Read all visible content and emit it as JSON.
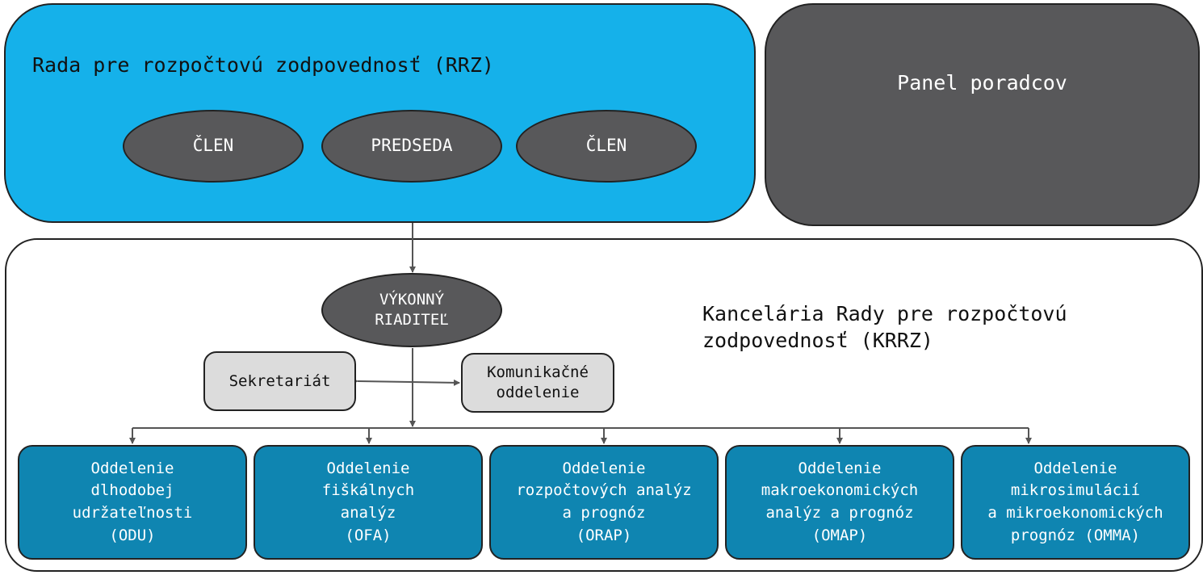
{
  "rrz": {
    "title": "Rada pre rozpočtovú zodpovednosť (RRZ)",
    "members": [
      "ČLEN",
      "PREDSEDA",
      "ČLEN"
    ]
  },
  "panel": {
    "label": "Panel poradcov"
  },
  "krrz": {
    "title_line1": "Kancelária Rady pre rozpočtovú",
    "title_line2": "zodpovednosť (KRRZ)",
    "director_line1": "VÝKONNÝ",
    "director_line2": "RIADITEĽ",
    "secretariat": "Sekretariát",
    "communication_line1": "Komunikačné",
    "communication_line2": "oddelenie"
  },
  "departments": [
    "Oddelenie\ndlhodobej\nudržateľnosti\n(ODU)",
    "Oddelenie\nfiškálnych\nanalýz\n(OFA)",
    "Oddelenie\nrozpočtových analýz\na prognóz\n(ORAP)",
    "Oddelenie\nmakroekonomických\nanalýz a prognóz\n(OMAP)",
    "Oddelenie\nmikrosimulácií\na mikroekonomických\nprognóz (OMMA)"
  ],
  "colors": {
    "rrz_background": "#15b1ea",
    "dark_gray": "#58585a",
    "department_blue": "#0f85b1",
    "light_gray": "#dcdcdc",
    "connector": "#555555"
  }
}
